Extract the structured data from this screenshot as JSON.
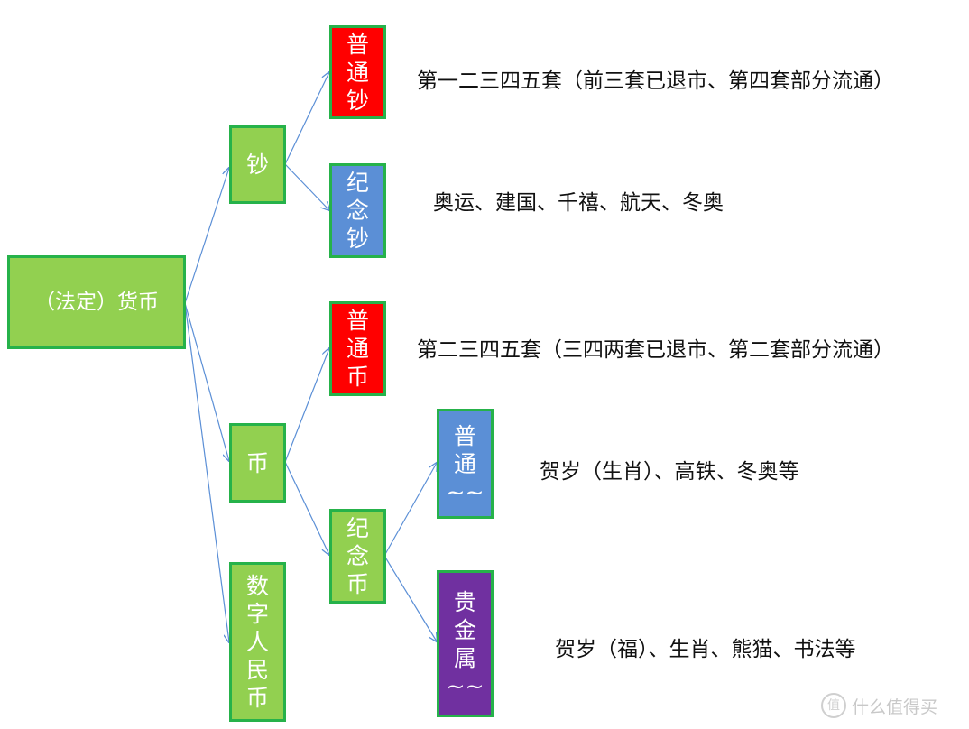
{
  "root": {
    "label": "（法定）货币"
  },
  "branches": {
    "chao": {
      "label": "钞",
      "children": {
        "regular": {
          "chars": [
            "普",
            "通",
            "钞"
          ],
          "desc": "第一二三四五套（前三套已退市、第四套部分流通）"
        },
        "commemorative": {
          "chars": [
            "纪",
            "念",
            "钞"
          ],
          "desc": "奥运、建国、千禧、航天、冬奥"
        }
      }
    },
    "bi": {
      "label": "币",
      "children": {
        "regular": {
          "chars": [
            "普",
            "通",
            "币"
          ],
          "desc": "第二三四五套（三四两套已退市、第二套部分流通）"
        },
        "commemorative": {
          "chars": [
            "纪",
            "念",
            "币"
          ],
          "children": {
            "regular": {
              "chars": [
                "普",
                "通",
                "~~"
              ],
              "desc": "贺岁（生肖）、高铁、冬奥等"
            },
            "precious": {
              "chars": [
                "贵",
                "金",
                "属",
                "~~"
              ],
              "desc": "贺岁（福）、生肖、熊猫、书法等"
            }
          }
        }
      }
    },
    "digital": {
      "chars": [
        "数",
        "字",
        "人",
        "民",
        "币"
      ]
    }
  },
  "colors": {
    "green_fill": "#92d050",
    "green_border": "#26b24a",
    "red_fill": "#ff0000",
    "blue_fill": "#5b8fd6",
    "purple_fill": "#7030a0",
    "arrow": "#5b8fd6"
  },
  "watermark": {
    "icon": "zhide-logo-icon",
    "text": "什么值得买"
  }
}
